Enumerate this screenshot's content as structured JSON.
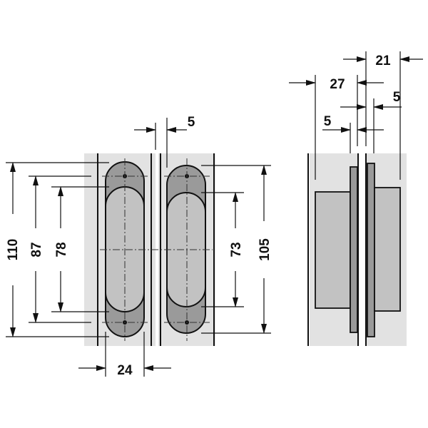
{
  "title": "Concealed hinge dimension drawing",
  "colors": {
    "background_panel": "#e2e2e2",
    "hinge_dark": "#9a9a9a",
    "hinge_light": "#c2c2c2",
    "line": "#111111"
  },
  "front_view": {
    "dims": {
      "overall_height": "110",
      "hole_spacing": "87",
      "inner_height": "78",
      "gap": "5",
      "width": "24",
      "slot_inner_height": "73",
      "slot_height": "105"
    }
  },
  "side_view": {
    "dims": {
      "depth_left": "27",
      "depth_right": "21",
      "plate_right": "5",
      "plate_left": "5"
    }
  }
}
